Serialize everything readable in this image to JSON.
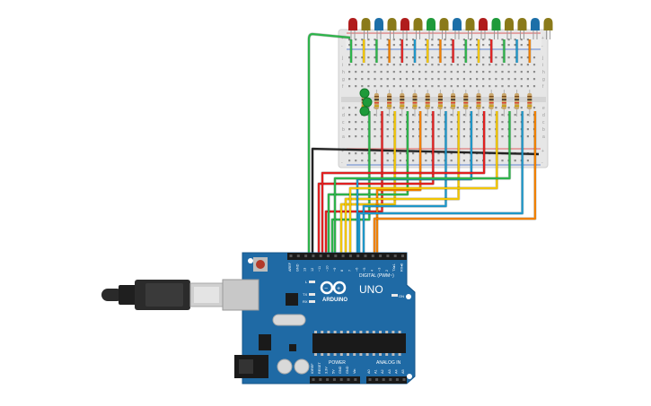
{
  "board": {
    "brand": "ARDUINO",
    "model": "UNO",
    "digital_header_label": "DIGITAL (PWM~)",
    "power_label": "POWER",
    "analog_label": "ANALOG IN",
    "on_label": "ON",
    "l_label": "L",
    "tx_label": "TX",
    "rx_label": "RX",
    "digital_pins": [
      "AREF",
      "GND",
      "13",
      "12",
      "~11",
      "~10",
      "~9",
      "8",
      "7",
      "~6",
      "~5",
      "4",
      "~3",
      "2",
      "TX▸1",
      "RX◂0"
    ],
    "power_pins": [
      "IOREF",
      "RESET",
      "3.3V",
      "5V",
      "GND",
      "GND",
      "Vin"
    ],
    "analog_pins": [
      "A0",
      "A1",
      "A2",
      "A3",
      "A4",
      "A5"
    ]
  },
  "breadboard": {
    "row_letters_top": [
      "j",
      "i",
      "h",
      "g",
      "f"
    ],
    "row_letters_bottom": [
      "e",
      "d",
      "c",
      "b",
      "a"
    ],
    "rail_plus": "+",
    "rail_minus": "-"
  },
  "leds": {
    "top_colors": [
      "#b01c1c",
      "#8a7a1a",
      "#1c6fa8",
      "#8a7a1a",
      "#b01c1c",
      "#8a7a1a",
      "#1e9a3a",
      "#8a7a1a",
      "#1c6fa8",
      "#8a7a1a",
      "#b01c1c",
      "#1e9a3a",
      "#8a7a1a",
      "#8a7a1a",
      "#1c6fa8",
      "#8a7a1a"
    ],
    "mid_colors": [
      "#1e9a3a",
      "#1e9a3a",
      "#1e9a3a"
    ]
  },
  "wire_colors": {
    "green": "#2db34a",
    "red": "#e02020",
    "yellow": "#f2c500",
    "blue": "#1e96c8",
    "orange": "#f08000",
    "black": "#222222"
  }
}
